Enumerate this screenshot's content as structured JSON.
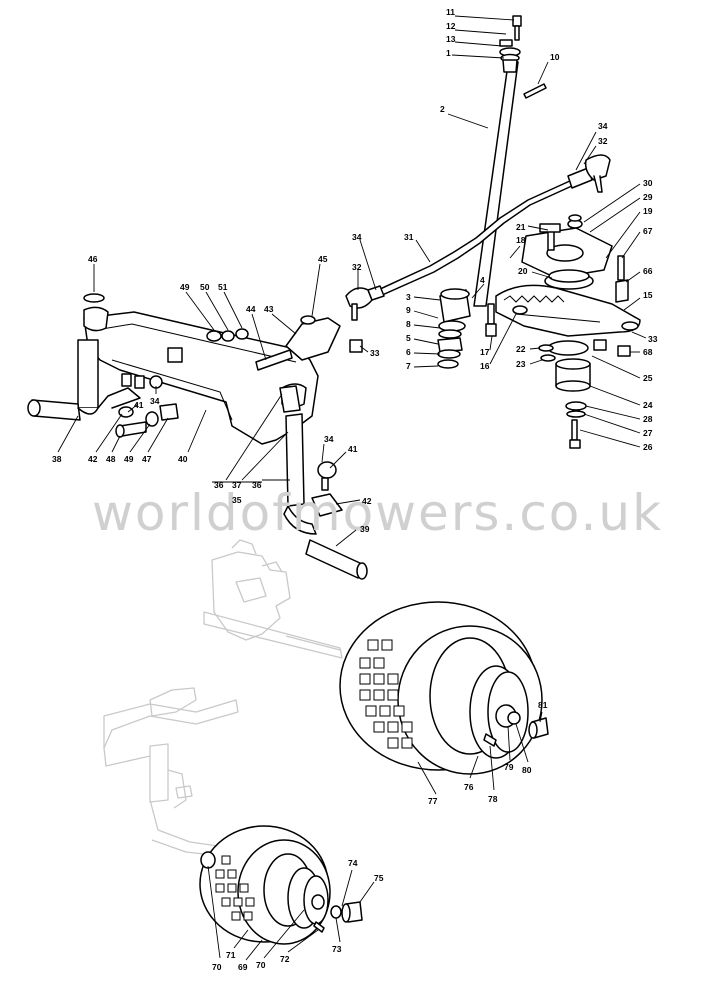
{
  "watermark": "worldofmowers.co.uk",
  "callouts": [
    {
      "id": "c11",
      "label": "11",
      "part": "steering-wheel-bolt"
    },
    {
      "id": "c12",
      "label": "12",
      "part": "washer"
    },
    {
      "id": "c13",
      "label": "13",
      "part": "washer"
    },
    {
      "id": "c1",
      "label": "1",
      "part": "steering-bushing"
    },
    {
      "id": "c10",
      "label": "10",
      "part": "pin"
    },
    {
      "id": "c2",
      "label": "2",
      "part": "steering-column"
    },
    {
      "id": "c34a",
      "label": "34",
      "part": "ball-joint-nut"
    },
    {
      "id": "c32a",
      "label": "32",
      "part": "ball-joint"
    },
    {
      "id": "c30",
      "label": "30",
      "part": "bracket"
    },
    {
      "id": "c29",
      "label": "29",
      "part": "washer"
    },
    {
      "id": "c19",
      "label": "19",
      "part": "pinion-plate"
    },
    {
      "id": "c21",
      "label": "21",
      "part": "bolt"
    },
    {
      "id": "c18",
      "label": "18",
      "part": "nut"
    },
    {
      "id": "c67",
      "label": "67",
      "part": "bolt"
    },
    {
      "id": "c31",
      "label": "31",
      "part": "tie-rod"
    },
    {
      "id": "c34b",
      "label": "34",
      "part": "ball-joint-nut"
    },
    {
      "id": "c20",
      "label": "20",
      "part": "pinion"
    },
    {
      "id": "c66",
      "label": "66",
      "part": "spacer"
    },
    {
      "id": "c32b",
      "label": "32",
      "part": "ball-joint"
    },
    {
      "id": "c4",
      "label": "4",
      "part": "pinion-shaft"
    },
    {
      "id": "c15",
      "label": "15",
      "part": "steering-sector"
    },
    {
      "id": "c3",
      "label": "3",
      "part": "bushing"
    },
    {
      "id": "c9",
      "label": "9",
      "part": "washer"
    },
    {
      "id": "c8",
      "label": "8",
      "part": "bearing"
    },
    {
      "id": "c5",
      "label": "5",
      "part": "gear"
    },
    {
      "id": "c6",
      "label": "6",
      "part": "washer"
    },
    {
      "id": "c7",
      "label": "7",
      "part": "nut"
    },
    {
      "id": "c17",
      "label": "17",
      "part": "bolt"
    },
    {
      "id": "c16",
      "label": "16",
      "part": "washer"
    },
    {
      "id": "c22",
      "label": "22",
      "part": "washer"
    },
    {
      "id": "c23",
      "label": "23",
      "part": "bushing"
    },
    {
      "id": "c33a",
      "label": "33",
      "part": "nut"
    },
    {
      "id": "c68",
      "label": "68",
      "part": "nut"
    },
    {
      "id": "c25",
      "label": "25",
      "part": "bushing"
    },
    {
      "id": "c24",
      "label": "24",
      "part": "spacer"
    },
    {
      "id": "c28",
      "label": "28",
      "part": "washer"
    },
    {
      "id": "c27",
      "label": "27",
      "part": "washer"
    },
    {
      "id": "c26",
      "label": "26",
      "part": "bolt"
    },
    {
      "id": "c46",
      "label": "46",
      "part": "circlip"
    },
    {
      "id": "c49a",
      "label": "49",
      "part": "bolt"
    },
    {
      "id": "c50",
      "label": "50",
      "part": "washer"
    },
    {
      "id": "c51",
      "label": "51",
      "part": "nut"
    },
    {
      "id": "c45",
      "label": "45",
      "part": "nut"
    },
    {
      "id": "c44",
      "label": "44",
      "part": "bolt"
    },
    {
      "id": "c43",
      "label": "43",
      "part": "bracket"
    },
    {
      "id": "c33b",
      "label": "33",
      "part": "nut"
    },
    {
      "id": "c41a",
      "label": "41",
      "part": "ball-joint"
    },
    {
      "id": "c34c",
      "label": "34",
      "part": "nut"
    },
    {
      "id": "c38",
      "label": "38",
      "part": "spindle-left"
    },
    {
      "id": "c42a",
      "label": "42",
      "part": "nut"
    },
    {
      "id": "c48",
      "label": "48",
      "part": "bolt"
    },
    {
      "id": "c49b",
      "label": "49",
      "part": "washer"
    },
    {
      "id": "c47",
      "label": "47",
      "part": "spacer"
    },
    {
      "id": "c40",
      "label": "40",
      "part": "front-axle"
    },
    {
      "id": "c36a",
      "label": "36",
      "part": "bushing"
    },
    {
      "id": "c37",
      "label": "37",
      "part": "bushing"
    },
    {
      "id": "c36b",
      "label": "36",
      "part": "bushing"
    },
    {
      "id": "c35",
      "label": "35",
      "part": "axle-assembly"
    },
    {
      "id": "c34d",
      "label": "34",
      "part": "nut"
    },
    {
      "id": "c41b",
      "label": "41",
      "part": "ball-joint"
    },
    {
      "id": "c42b",
      "label": "42",
      "part": "bracket"
    },
    {
      "id": "c39",
      "label": "39",
      "part": "spindle-right"
    },
    {
      "id": "c81",
      "label": "81",
      "part": "hub-cap"
    },
    {
      "id": "c79",
      "label": "79",
      "part": "bearing"
    },
    {
      "id": "c80",
      "label": "80",
      "part": "bearing"
    },
    {
      "id": "c76",
      "label": "76",
      "part": "rim"
    },
    {
      "id": "c78",
      "label": "78",
      "part": "valve"
    },
    {
      "id": "c77",
      "label": "77",
      "part": "rear-tyre"
    },
    {
      "id": "c74",
      "label": "74",
      "part": "washer"
    },
    {
      "id": "c75",
      "label": "75",
      "part": "hub-cap"
    },
    {
      "id": "c73",
      "label": "73",
      "part": "bearing"
    },
    {
      "id": "c70a",
      "label": "70",
      "part": "bushing"
    },
    {
      "id": "c71",
      "label": "71",
      "part": "front-tyre"
    },
    {
      "id": "c69",
      "label": "69",
      "part": "rim"
    },
    {
      "id": "c70b",
      "label": "70",
      "part": "bushing"
    },
    {
      "id": "c72",
      "label": "72",
      "part": "valve"
    }
  ]
}
